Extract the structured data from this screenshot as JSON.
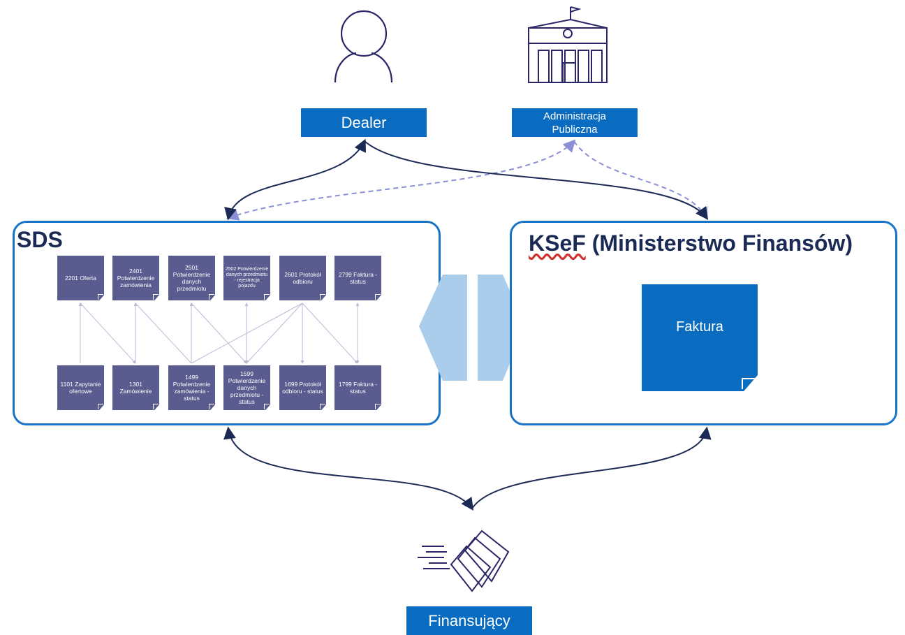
{
  "actors": {
    "dealer": "Dealer",
    "admin_line1": "Administracja",
    "admin_line2": "Publiczna",
    "financing": "Finansujący"
  },
  "icons": {
    "dealer": "person-icon",
    "admin": "public-building-icon",
    "financing": "money-bills-icon",
    "exchange": "bidirectional-exchange-icon"
  },
  "sds": {
    "title": "SDS",
    "top_docs": [
      "2201 Oferta",
      "2401 Potwierdzenie zamówienia",
      "2501 Potwierdzenie danych przedmiotu",
      "2502 Potwierdzenie danych przedmiotu - rejestracja pojazdu",
      "2601 Protokół odbioru",
      "2799 Faktura - status"
    ],
    "bottom_docs": [
      "1101 Zapytanie ofertowe",
      "1301 Zamówienie",
      "1499 Potwierdzenie zamówienia - status",
      "1599 Potwierdzenie danych przedmiotu - status",
      "1699 Protokół odbioru - status",
      "1799 Faktura - status"
    ]
  },
  "ksef": {
    "title_word": "KSeF",
    "title_rest": " (Ministerstwo Finansów)",
    "document": "Faktura"
  },
  "colors": {
    "label_fill": "#0a6cc0",
    "panel_border": "#1a73c7",
    "doc_fill": "#5a5b8e",
    "arrow_solid": "#1b2a55",
    "arrow_dashed": "#8a8fd6",
    "exchange_fill": "#a9cdea",
    "title_text": "#1b2a55"
  }
}
